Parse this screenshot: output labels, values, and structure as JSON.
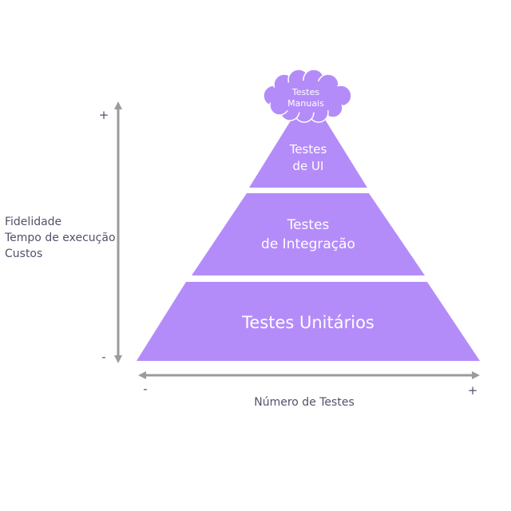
{
  "pyramid": {
    "cloud": {
      "line1": "Testes",
      "line2": "Manuais"
    },
    "ui": {
      "line1": "Testes",
      "line2": "de UI"
    },
    "integration": {
      "line1": "Testes",
      "line2": "de Integração"
    },
    "unit": {
      "label": "Testes Unitários"
    }
  },
  "y_axis": {
    "labels": [
      "Fidelidade",
      "Tempo de execução",
      "Custos"
    ],
    "plus": "+",
    "minus": "-"
  },
  "x_axis": {
    "label": "Número de Testes",
    "plus": "+",
    "minus": "-"
  },
  "colors": {
    "layer": "#b48cf9",
    "axis": "#9b9b9b",
    "text_dark": "#55506a",
    "text_light": "#ffffff"
  }
}
